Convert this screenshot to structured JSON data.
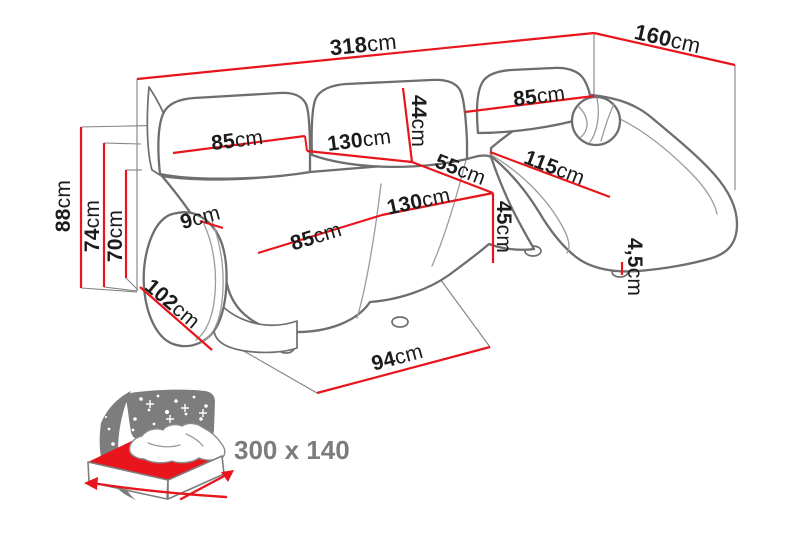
{
  "unit": "cm",
  "colors": {
    "dimension_red": "#e8151d",
    "sofa_outline_gray": "#6e6e6e",
    "label_text": "#1b1b1b",
    "icon_gray": "#7d7d7d"
  },
  "dimensions": {
    "total_width": "318",
    "right_side_depth": "160",
    "total_height": "88",
    "backrest_height": "74",
    "armrest_height": "70",
    "left_side_depth": "102",
    "front_depth": "94",
    "left_backrest_width": "85",
    "middle_backrest_width": "130",
    "backrest_cushion_height": "44",
    "right_backrest_width": "85",
    "corner_seat_width": "55",
    "chaise_length": "115",
    "armrest_top_width": "9",
    "left_seat_width": "85",
    "middle_seat_width": "130",
    "seat_depth": "45",
    "leg_height": "4,5"
  },
  "sleeping_function": {
    "bed_size_label": "300 x 140"
  },
  "icons": {
    "sleeper_icon": "bed-sleeping-function-icon"
  }
}
